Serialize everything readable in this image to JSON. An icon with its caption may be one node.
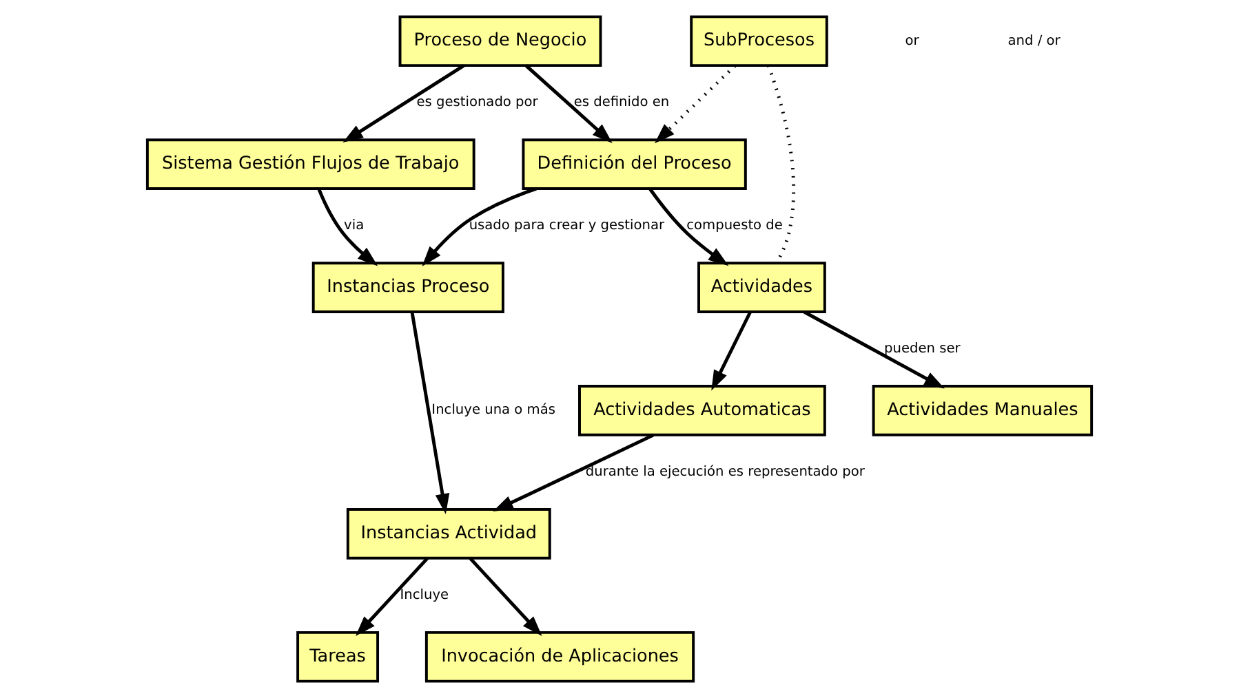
{
  "diagram": {
    "nodes": [
      {
        "text": [
          "Proceso de Negocio"
        ]
      },
      {
        "text": [
          "Definición del Proceso"
        ]
      },
      {
        "text": [
          "Sistema Gestión Flujos de Trabajo"
        ]
      },
      {
        "text": [
          "SubProcesos"
        ]
      },
      {
        "text": [
          "Actividades"
        ]
      },
      {
        "text": [
          "Instancias Proceso"
        ]
      },
      {
        "text": [
          "Instancias Actividad"
        ]
      },
      {
        "text": [
          "Actividades Manuales"
        ]
      },
      {
        "text": [
          "Actividades Automaticas"
        ]
      },
      {
        "text": [
          "Tareas"
        ]
      },
      {
        "text": [
          "Invocación de Aplicaciones"
        ]
      }
    ],
    "edges": [
      {
        "from": 0,
        "to": 1,
        "arrow": "to",
        "label": "es definido en"
      },
      {
        "from": 0,
        "to": 2,
        "arrow": "to",
        "label": "es gestionado por"
      },
      {
        "from": 1,
        "to": 5,
        "arrow": "to",
        "label": "usado para crear y gestionar"
      },
      {
        "from": 3,
        "to": 1,
        "arrow": "to",
        "style": "dashed"
      },
      {
        "from": 3,
        "to": 4,
        "arrow": "none",
        "style": "dashed"
      },
      {
        "from": 1,
        "to": 4,
        "arrow": "to",
        "label": "compuesto de"
      },
      {
        "from": 2,
        "to": 5,
        "arrow": "to",
        "label": "via"
      },
      {
        "from": 5,
        "to": 6,
        "arrow": "to",
        "label": "Incluye una o más"
      },
      {
        "from": 4,
        "to": 7,
        "arrow": "to",
        "label": "pueden ser"
      },
      {
        "from": 4,
        "to": 8,
        "arrow": "to"
      },
      {
        "from": 8,
        "to": 6,
        "arrow": "to",
        "label": "durante la ejecución es representado por"
      },
      {
        "from": 6,
        "to": 9,
        "arrow": "to",
        "label": "Incluye"
      },
      {
        "from": 6,
        "to": 10,
        "arrow": "to"
      }
    ],
    "labels": [
      "or",
      "and / or"
    ]
  }
}
